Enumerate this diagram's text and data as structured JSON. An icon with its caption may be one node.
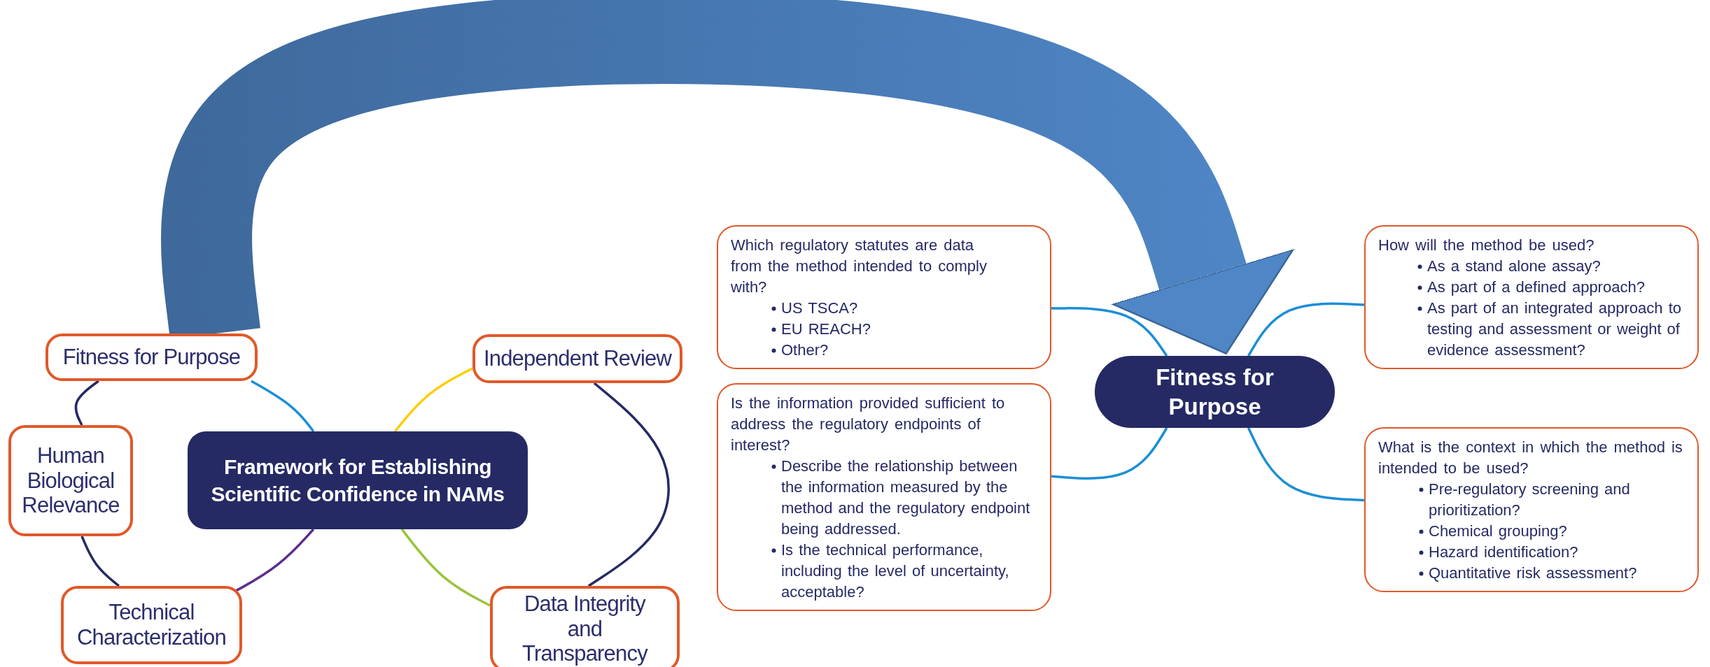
{
  "diagram": {
    "nodes": [
      {
        "text": [
          "Framework for Establishing Scientific Confidence in NAMs"
        ]
      },
      {
        "text": [
          "Fitness for Purpose"
        ]
      },
      {
        "text": [
          "Independent Review"
        ]
      },
      {
        "text": [
          "Human Biological Relevance"
        ]
      },
      {
        "text": [
          "Data Integrity and Transparency"
        ]
      },
      {
        "text": [
          "Technical Characterization"
        ]
      },
      {
        "text": [
          "Fitness for Purpose"
        ]
      },
      {
        "text": [
          "Which regulatory statutes are data from the method intended to comply with?",
          "US TSCA?",
          "EU REACH?",
          "Other?"
        ]
      },
      {
        "text": [
          "How will the method be used?",
          "As a stand alone assay?",
          "As part of a defined approach?",
          "As part of an integrated approach to testing and assessment or weight of evidence assessment?"
        ]
      },
      {
        "text": [
          "Is the information provided sufficient to address the regulatory endpoints of interest?",
          "Describe the relationship between the information measured by the method and the regulatory endpoint being addressed.",
          "Is the technical performance, including the level of uncertainty, acceptable?"
        ]
      },
      {
        "text": [
          "What is the context in which the method is intended to be used?",
          "Pre-regulatory screening and prioritization?",
          "Chemical grouping?",
          "Hazard identification?",
          "Quantitative risk assessment?"
        ]
      }
    ],
    "edges": [
      {
        "from": 0,
        "to": 1,
        "arrow": "none"
      },
      {
        "from": 0,
        "to": 2,
        "arrow": "none",
        "color": "#ffcc00"
      },
      {
        "from": 0,
        "to": 5,
        "arrow": "none",
        "color": "#5b2d90"
      },
      {
        "from": 0,
        "to": 4,
        "arrow": "none",
        "color": "#9ac43c"
      },
      {
        "from": 1,
        "to": 3,
        "arrow": "none",
        "color": "#252a64"
      },
      {
        "from": 3,
        "to": 5,
        "arrow": "none",
        "color": "#252a64"
      },
      {
        "from": 2,
        "to": 4,
        "arrow": "none",
        "color": "#252a64"
      },
      {
        "from": 1,
        "to": 6,
        "arrow": "to",
        "style": "thick",
        "color": "#4f86c6"
      },
      {
        "from": 6,
        "to": 7,
        "arrow": "none"
      },
      {
        "from": 6,
        "to": 8,
        "arrow": "none"
      },
      {
        "from": 6,
        "to": 9,
        "arrow": "none"
      },
      {
        "from": 6,
        "to": 10,
        "arrow": "none"
      }
    ]
  }
}
